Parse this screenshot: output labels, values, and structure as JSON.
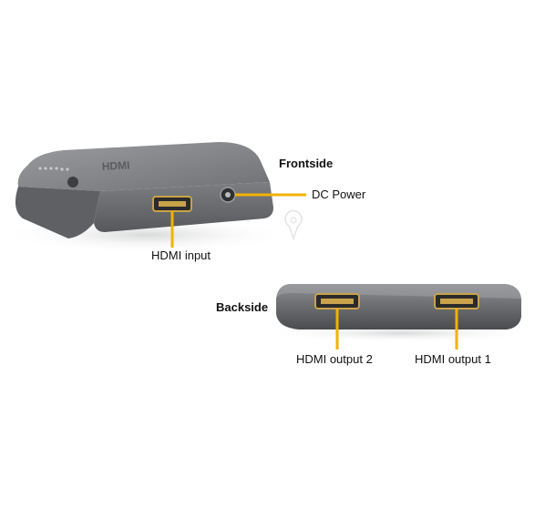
{
  "labels": {
    "frontside": "Frontside",
    "dc_power": "DC Power",
    "hdmi_input": "HDMI input",
    "backside": "Backside",
    "hdmi_output_2": "HDMI output 2",
    "hdmi_output_1": "HDMI output 1"
  },
  "device_logo": "HDMI",
  "colors": {
    "callout_line": "#f2b200",
    "device_body": "#6e7073",
    "device_top": "#8a8c8f",
    "port_gold": "#c9a24a"
  },
  "icons": [
    "watermark-pin-icon"
  ]
}
